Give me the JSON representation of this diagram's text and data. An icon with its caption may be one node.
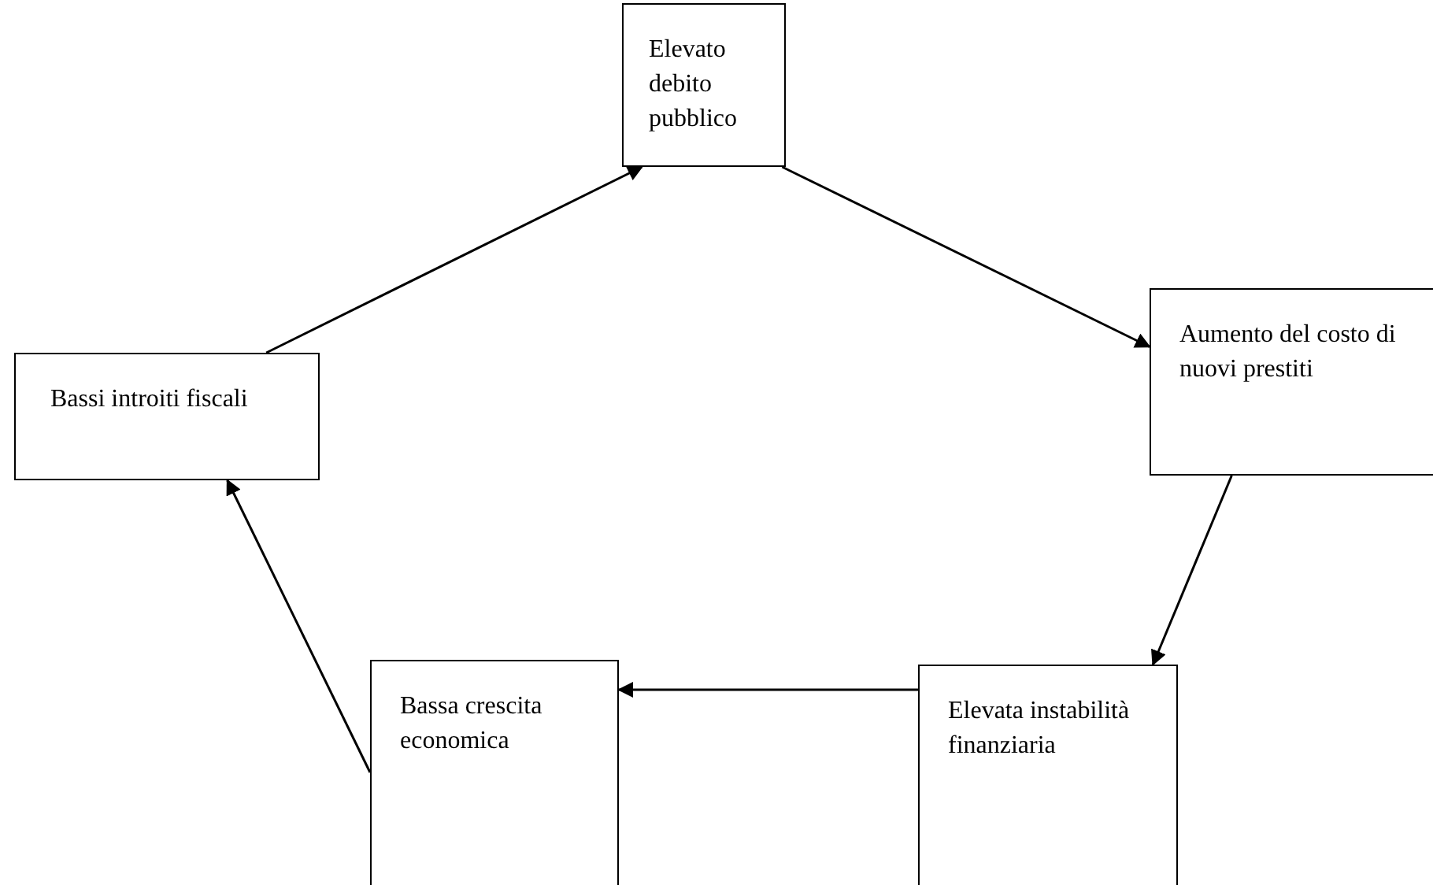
{
  "diagram": {
    "nodes": [
      {
        "text": [
          "Elevato debito pubblico"
        ]
      },
      {
        "text": [
          "Aumento del costo di nuovi prestiti"
        ]
      },
      {
        "text": [
          "Elevata instabilità finanziaria"
        ]
      },
      {
        "text": [
          "Bassa crescita economica"
        ]
      },
      {
        "text": [
          "Bassi introiti fiscali"
        ]
      }
    ],
    "edges": [
      {
        "from": 4,
        "to": 0,
        "arrow": "to"
      },
      {
        "from": 0,
        "to": 1,
        "arrow": "to"
      },
      {
        "from": 1,
        "to": 2,
        "arrow": "to"
      },
      {
        "from": 2,
        "to": 3,
        "arrow": "to"
      },
      {
        "from": 3,
        "to": 4,
        "arrow": "to"
      }
    ]
  }
}
